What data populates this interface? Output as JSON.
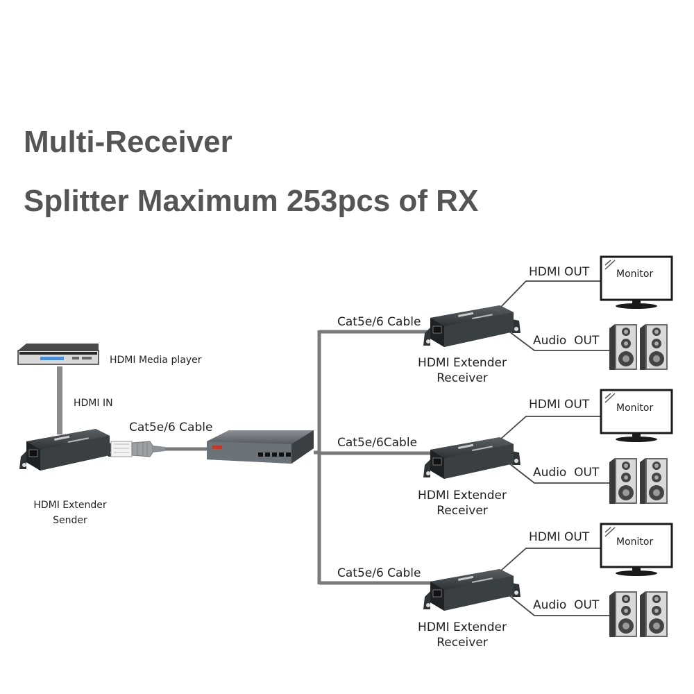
{
  "title": {
    "line1": "Multi-Receiver",
    "line2": "Splitter Maximum 253pcs of RX"
  },
  "sender_side": {
    "media_player_label": "HDMI Media player",
    "hdmi_in_label": "HDMI IN",
    "cable_label": "Cat5e/6 Cable",
    "sender_label_line1": "HDMI Extender",
    "sender_label_line2": "Sender"
  },
  "receivers": [
    {
      "cable_label": "Cat5e/6 Cable",
      "receiver_line1": "HDMI Extender",
      "receiver_line2": "Receiver",
      "hdmi_out_label": "HDMI OUT",
      "audio_out_label": "Audio  OUT",
      "monitor_label": "Monitor"
    },
    {
      "cable_label": "Cat5e/6Cable",
      "receiver_line1": "HDMI Extender",
      "receiver_line2": "Receiver",
      "hdmi_out_label": "HDMI OUT",
      "audio_out_label": "Audio  OUT",
      "monitor_label": "Monitor"
    },
    {
      "cable_label": "Cat5e/6 Cable",
      "receiver_line1": "HDMI Extender",
      "receiver_line2": "Receiver",
      "hdmi_out_label": "HDMI OUT",
      "audio_out_label": "Audio  OUT",
      "monitor_label": "Monitor"
    }
  ],
  "icons": {
    "media_player": "media-player-icon",
    "sender": "extender-sender-icon",
    "rj45": "rj45-plug-icon",
    "switch": "network-switch-icon",
    "receiver": "extender-receiver-icon",
    "monitor": "monitor-icon",
    "speakers": "speaker-pair-icon"
  },
  "colors": {
    "title": "#555555",
    "cable": "#777777",
    "device_body": "#3a3f42"
  }
}
